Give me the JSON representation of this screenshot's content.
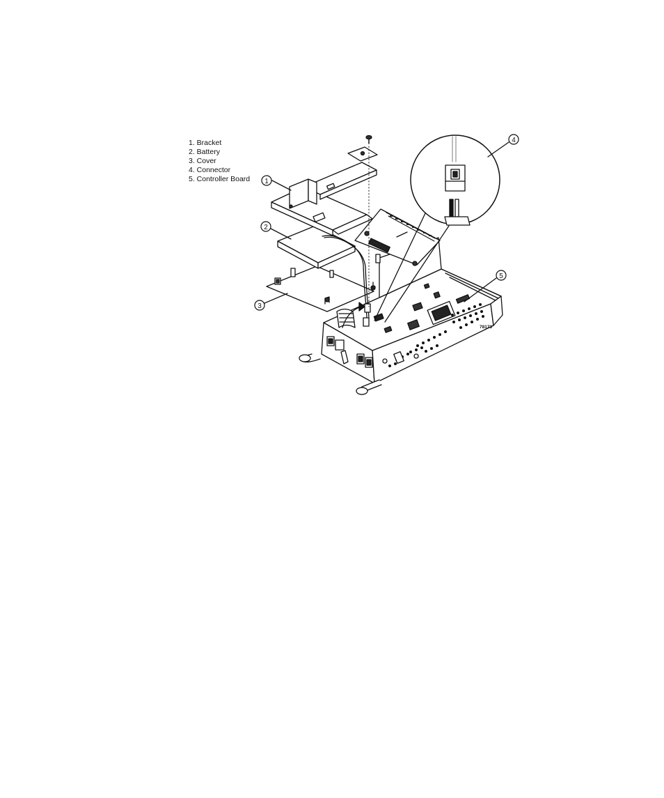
{
  "legend": {
    "items": [
      "1. Bracket",
      "2. Battery",
      "3. Cover",
      "4. Connector",
      "5. Controller Board"
    ]
  },
  "callouts": [
    "1",
    "2",
    "3",
    "4",
    "5"
  ],
  "figure_id": "78173"
}
